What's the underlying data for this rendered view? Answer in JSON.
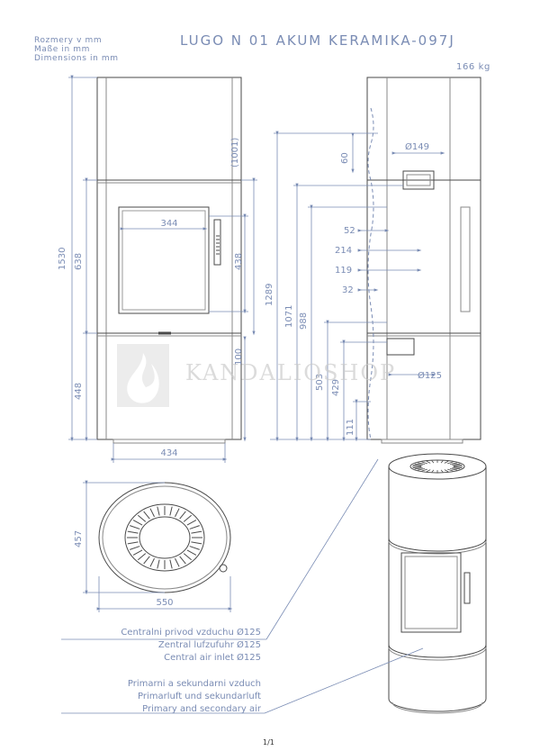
{
  "header": {
    "units": [
      "Rozmery v mm",
      "Maße in mm",
      "Dimensions in mm"
    ],
    "title": "LUGO N 01 AKUM KERAMIKA-097J",
    "weight": "166 kg"
  },
  "dimensions": {
    "front": {
      "height_total": "1530",
      "height_glass_section": "638",
      "height_base": "448",
      "top_section": "(1001)",
      "door_width": "344",
      "door_height": "438",
      "base_offset": "100",
      "width": "434"
    },
    "side": {
      "d_1289": "1289",
      "d_1071": "1071",
      "d_988": "988",
      "d_503": "503",
      "d_429": "429",
      "d_111": "111",
      "d_60": "60",
      "d_52": "52",
      "d_214": "214",
      "d_119": "119",
      "d_32": "32",
      "flue_diameter": "Ø149",
      "inlet_diameter": "Ø125"
    },
    "plan": {
      "depth": "457",
      "width": "550"
    }
  },
  "notes": {
    "central_air": [
      "Centralni privod vzduchu Ø125",
      "Zentral lufzufuhr Ø125",
      "Central air inlet Ø125"
    ],
    "primary_air": [
      "Primarni a sekundarni vzduch",
      "Primarluft und sekundarluft",
      "Primary and secondary air"
    ]
  },
  "watermark": "KANDALIOSHOP",
  "footer": {
    "page": "1/1"
  },
  "colors": {
    "dimension": "#7a8cb4",
    "outline": "#4a4a4a",
    "light": "#999999"
  }
}
